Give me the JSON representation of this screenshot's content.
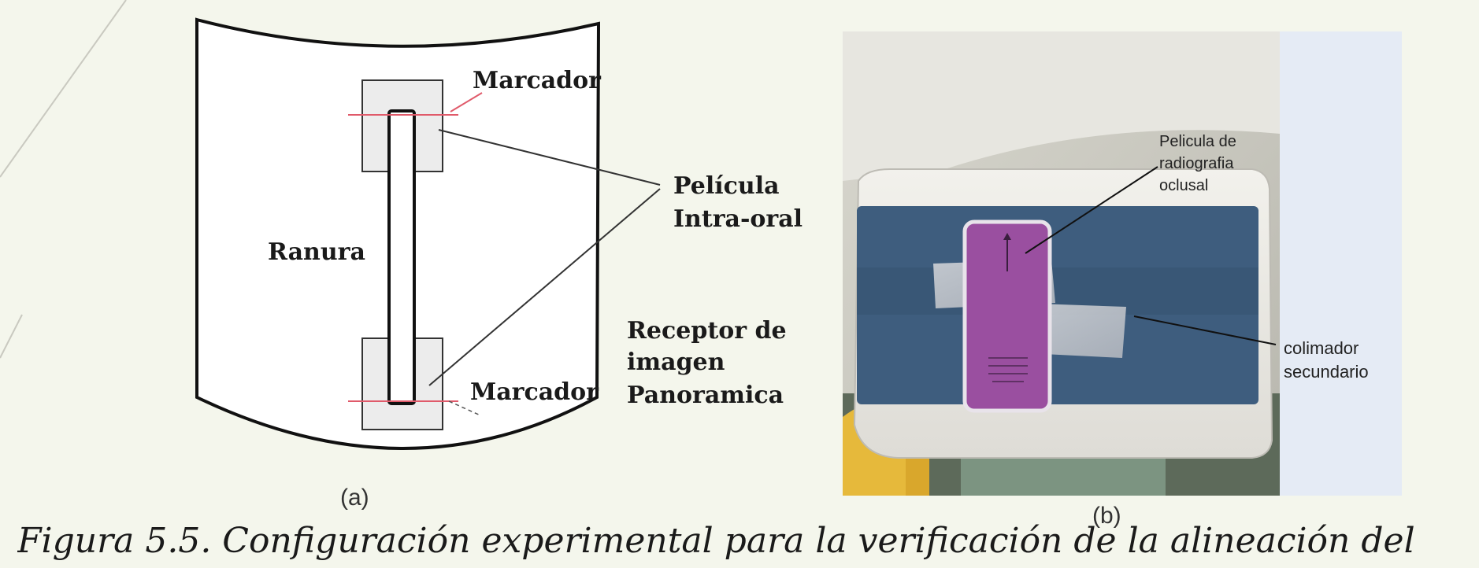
{
  "diagram_a": {
    "labels": {
      "marcador_top": "Marcador",
      "pelicula_line1": "Película",
      "pelicula_line2": "Intra-oral",
      "ranura": "Ranura",
      "receptor_line1": "Receptor de",
      "receptor_line2": "imagen",
      "receptor_line3": "Panoramica",
      "marcador_bottom": "Marcador"
    },
    "sublabel": "(a)"
  },
  "photo_b": {
    "labels": {
      "pelicula_line1": "Pelicula de",
      "pelicula_line2": "radiografia",
      "pelicula_line3": "oclusal",
      "colimador_line1": "colimador",
      "colimador_line2": "secundario"
    },
    "sublabel": "(b)"
  },
  "colors": {
    "page_background": "#f4f6ec",
    "marker_line": "#e05a6a",
    "purple_film": "#9a4fa0",
    "panel_blue": "#3e5d7e"
  },
  "caption": "Figura 5.5. Configuración experimental para la verificación de la alineación del"
}
